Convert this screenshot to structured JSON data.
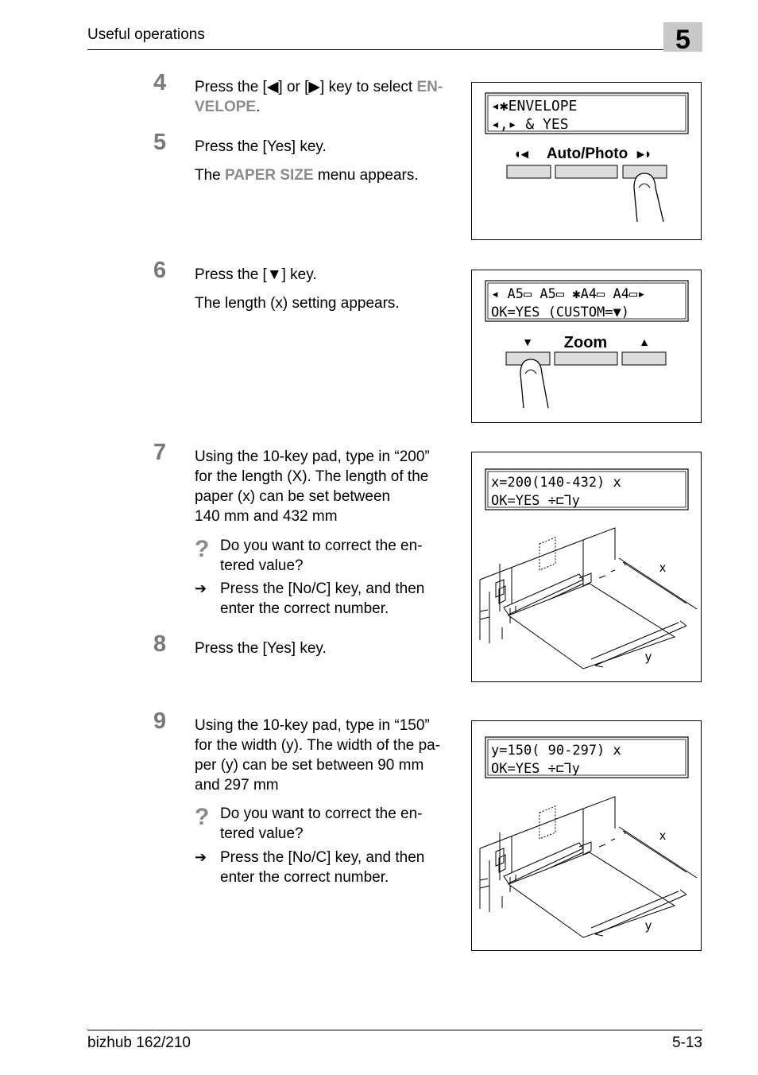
{
  "header": {
    "title": "Useful operations",
    "chapter": "5"
  },
  "steps": {
    "s4": {
      "num": "4",
      "text_a": "Press the [◀] or [▶] key to select ",
      "hl_a": "EN-",
      "hl_b": "VELOPE",
      "text_b": "."
    },
    "s5": {
      "num": "5",
      "text": "Press the [Yes] key.",
      "note_a": "The ",
      "note_hl": "PAPER SIZE",
      "note_b": " menu appears."
    },
    "s6": {
      "num": "6",
      "text": "Press the [▼] key.",
      "note": "The length (x) setting appears."
    },
    "s7": {
      "num": "7",
      "lines": [
        "Using the 10-key pad, type in “200”",
        "for the length (X). The length of the",
        "paper (x) can be set between",
        "140 mm and 432 mm"
      ],
      "q_mark": "?",
      "q_lines": [
        "Do you want to correct the en-",
        "tered value?"
      ],
      "a_mark": "➔",
      "a_lines": [
        "Press the [No/C] key, and then",
        "enter the correct number."
      ]
    },
    "s8": {
      "num": "8",
      "text": "Press the [Yes] key."
    },
    "s9": {
      "num": "9",
      "lines": [
        "Using the 10-key pad, type in “150”",
        "for the width (y). The width of the pa-",
        "per (y) can be set between 90 mm",
        "and 297 mm"
      ],
      "q_mark": "?",
      "q_lines": [
        "Do you want to correct the en-",
        "tered value?"
      ],
      "a_mark": "➔",
      "a_lines": [
        "Press the [No/C] key, and then",
        "enter the correct number."
      ]
    }
  },
  "figures": {
    "f1": {
      "lcd1": "◂✱ENVELOPE",
      "lcd2": " ◂,▸ & YES",
      "btn_left": "◖◂",
      "btn_center": "Auto/Photo",
      "btn_right": "▸◗"
    },
    "f2": {
      "lcd1": "◂ A5▭  A5▭ ✱A4▭ A4▭▸",
      "lcd2": " OK=YES  (CUSTOM=▼)",
      "btn_left": "▼",
      "btn_center": "Zoom",
      "btn_right": "▲"
    },
    "f3": {
      "lcd1": "x=200(140-432)   x",
      "lcd2": " OK=YES         ÷⊏⅂y",
      "label_x": "x",
      "label_y": "y"
    },
    "f4": {
      "lcd1": "y=150( 90-297)   x",
      "lcd2": " OK=YES         ÷⊏⅂y",
      "label_x": "x",
      "label_y": "y"
    }
  },
  "footer": {
    "model": "bizhub 162/210",
    "page": "5-13"
  }
}
